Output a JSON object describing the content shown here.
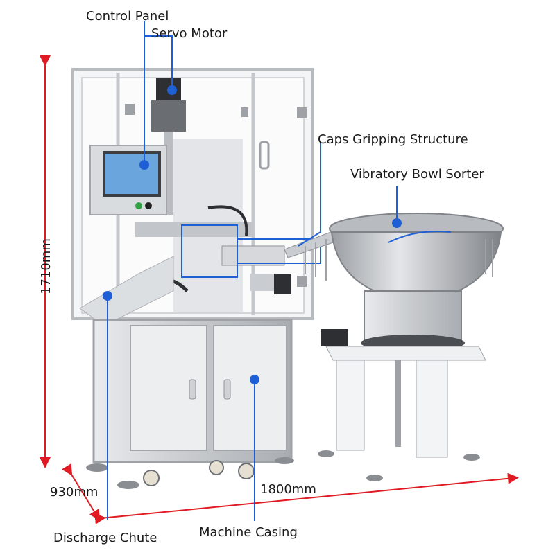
{
  "labels": {
    "control_panel": "Control Panel",
    "servo_motor": "Servo Motor",
    "caps_gripping": "Caps Gripping Structure",
    "vibratory_bowl": "Vibratory Bowl Sorter",
    "discharge_chute": "Discharge Chute",
    "machine_casing": "Machine Casing"
  },
  "dimensions": {
    "height": "1710mm",
    "depth": "930mm",
    "width": "1800mm"
  },
  "colors": {
    "dimension_line": "#e01b24",
    "callout": "#1f5fd6",
    "frame": "#c9ccd0",
    "frame_dark": "#8e9297"
  }
}
